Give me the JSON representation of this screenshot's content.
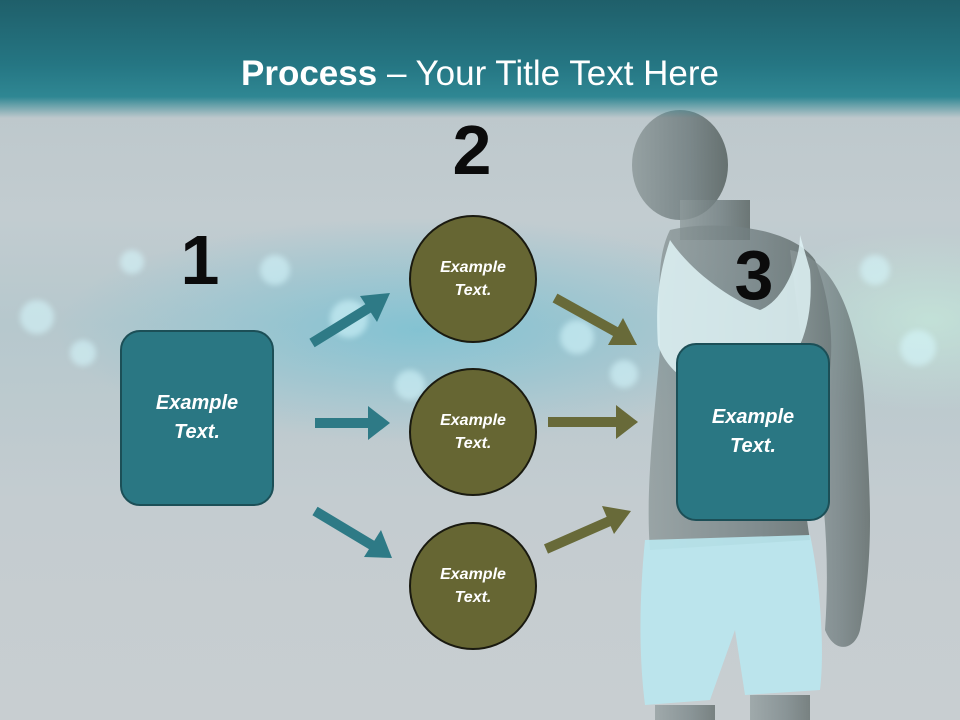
{
  "slide": {
    "title_bold": "Process",
    "title_rest": " – Your Title Text Here"
  },
  "colors": {
    "header": "#257683",
    "teal_box": "#2a7783",
    "teal_arrow": "#2e7a86",
    "olive_circle": "#666633",
    "olive_arrow": "#686a39"
  },
  "steps": {
    "one": {
      "number": "1",
      "text": "Example\nText."
    },
    "two": {
      "number": "2",
      "items": [
        {
          "text": "Example\nText."
        },
        {
          "text": "Example\nText."
        },
        {
          "text": "Example\nText."
        }
      ]
    },
    "three": {
      "number": "3",
      "text": "Example\nText."
    }
  }
}
